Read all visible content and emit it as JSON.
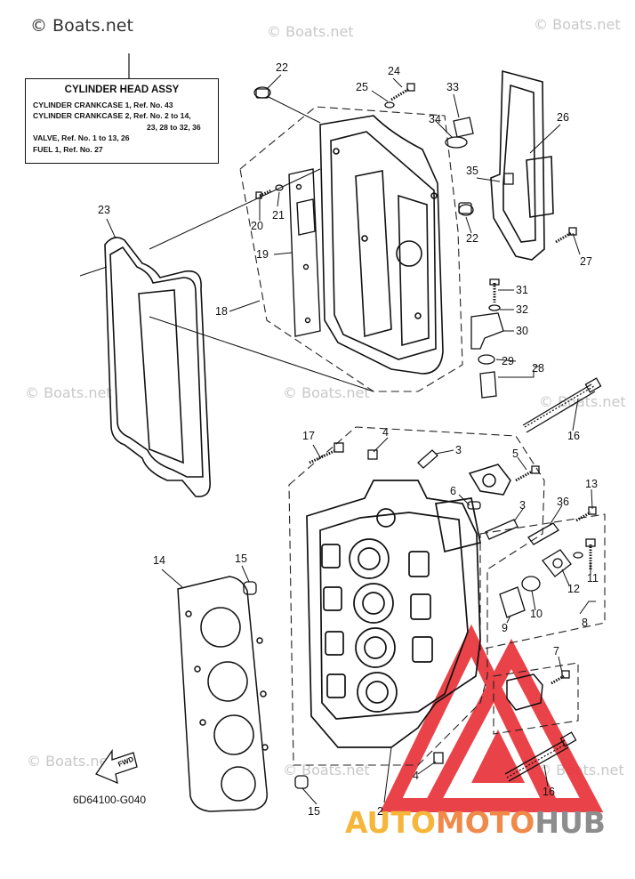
{
  "copyright": "© Boats.net",
  "watermark": "© Boats.net",
  "title_box": {
    "heading": "CYLINDER HEAD ASSY",
    "lines": [
      "CYLINDER CRANKCASE 1,  Ref. No. 43",
      "CYLINDER CRANKCASE 2,  Ref. No. 2 to 14,",
      "23, 28 to 32, 36",
      "VALVE,  Ref. No. 1 to 13, 26",
      "FUEL 1,  Ref. No. 27"
    ]
  },
  "diagram_code": "6D64100-G040",
  "fwd_label": "FWD",
  "brand": {
    "part1": "AUTO",
    "part2": "MOTO",
    "part3": "HUB"
  },
  "colors": {
    "accent_red": "#e8343a",
    "logo_yellow": "#f5b63b",
    "logo_orange": "#f08a4a",
    "logo_gray": "#8d8d8d"
  },
  "callouts": [
    "22",
    "24",
    "25",
    "33",
    "34",
    "26",
    "35",
    "22",
    "27",
    "23",
    "21",
    "20",
    "19",
    "18",
    "31",
    "32",
    "30",
    "29",
    "28",
    "17",
    "4",
    "3",
    "16",
    "5",
    "6",
    "3",
    "36",
    "13",
    "15",
    "14",
    "12",
    "11",
    "10",
    "9",
    "8",
    "7",
    "16",
    "4",
    "15",
    "2"
  ]
}
